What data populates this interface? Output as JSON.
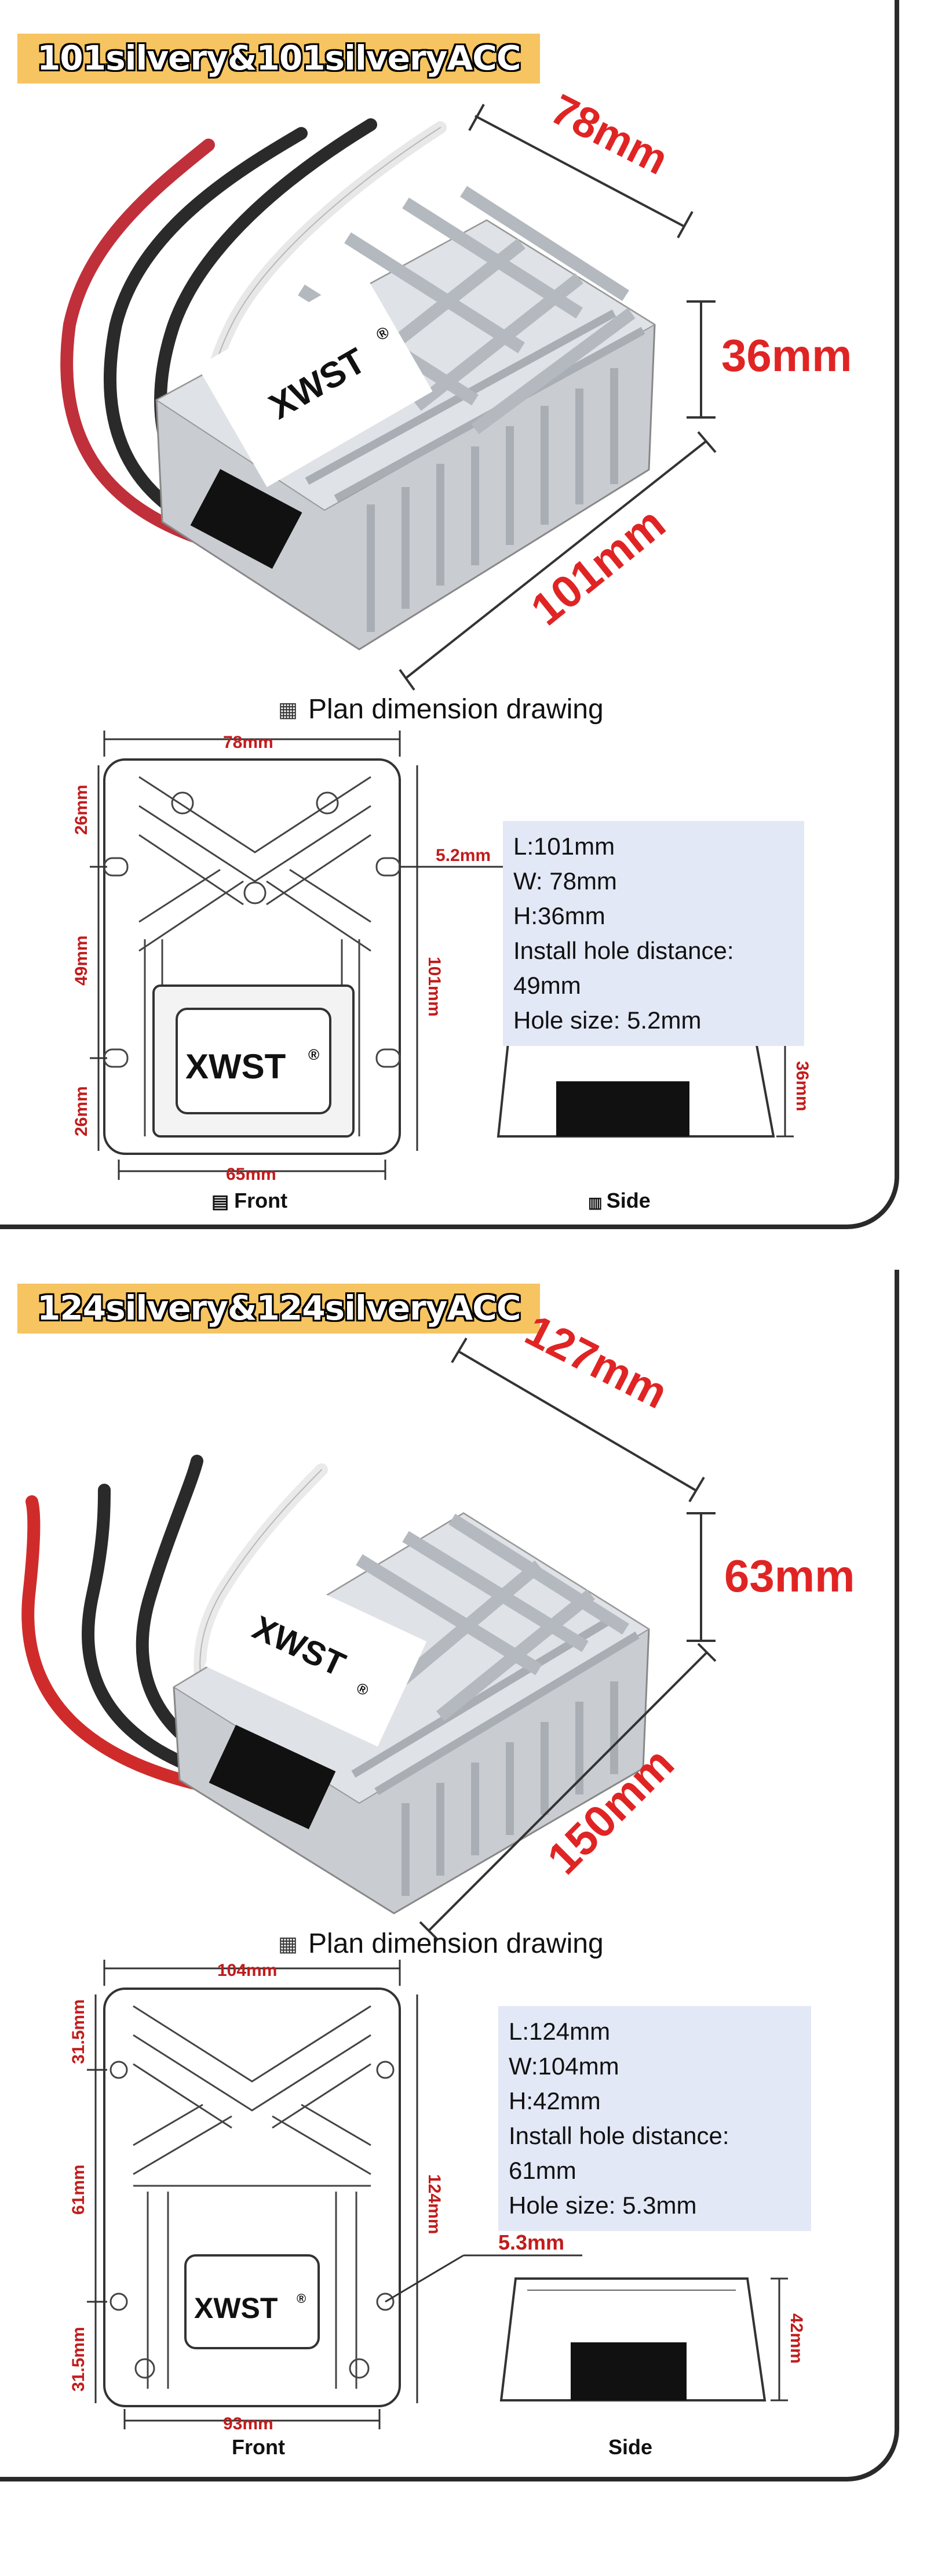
{
  "sections": [
    {
      "title": "101silvery&101silveryACC",
      "photo": {
        "brand": "XWST",
        "registered": "®",
        "dim_length": "78mm",
        "dim_height": "36mm",
        "dim_width": "101mm"
      },
      "drawing_heading": "Plan dimension drawing",
      "front": {
        "top_width": "78mm",
        "bottom_width": "65mm",
        "side_height": "101mm",
        "seg_top": "26mm",
        "seg_mid": "49mm",
        "seg_bottom": "26mm",
        "hole": "5.2mm",
        "brand": "XWST",
        "registered": "®",
        "label": "Front"
      },
      "specs": {
        "l": "L:101mm",
        "w": " W: 78mm",
        "h": "H:36mm",
        "hole_distance": "Install hole distance: 49mm",
        "hole_size": "Hole size: 5.2mm"
      },
      "side": {
        "height": "36mm",
        "label": "Side"
      }
    },
    {
      "title": "124silvery&124silveryACC",
      "photo": {
        "brand": "XWST",
        "registered": "®",
        "dim_length": "127mm",
        "dim_height": "63mm",
        "dim_width": "150mm"
      },
      "drawing_heading": "Plan dimension drawing",
      "front": {
        "top_width": "104mm",
        "bottom_width": "93mm",
        "side_height": "124mm",
        "seg_top": "31.5mm",
        "seg_mid": "61mm",
        "seg_bottom": "31.5mm",
        "hole": "5.3mm",
        "brand": "XWST",
        "registered": "®",
        "label": "Front"
      },
      "specs": {
        "l": "L:124mm",
        "w": "W:104mm",
        "h": "H:42mm",
        "hole_distance": "Install hole distance: 61mm",
        "hole_size": "Hole size: 5.3mm"
      },
      "side": {
        "height": "42mm",
        "label": "Side"
      }
    }
  ],
  "colors": {
    "dimension_red": "#e02424",
    "title_bg": "#f6c460",
    "spec_bg": "#e3e8f6",
    "housing": "#c9cdd2"
  }
}
